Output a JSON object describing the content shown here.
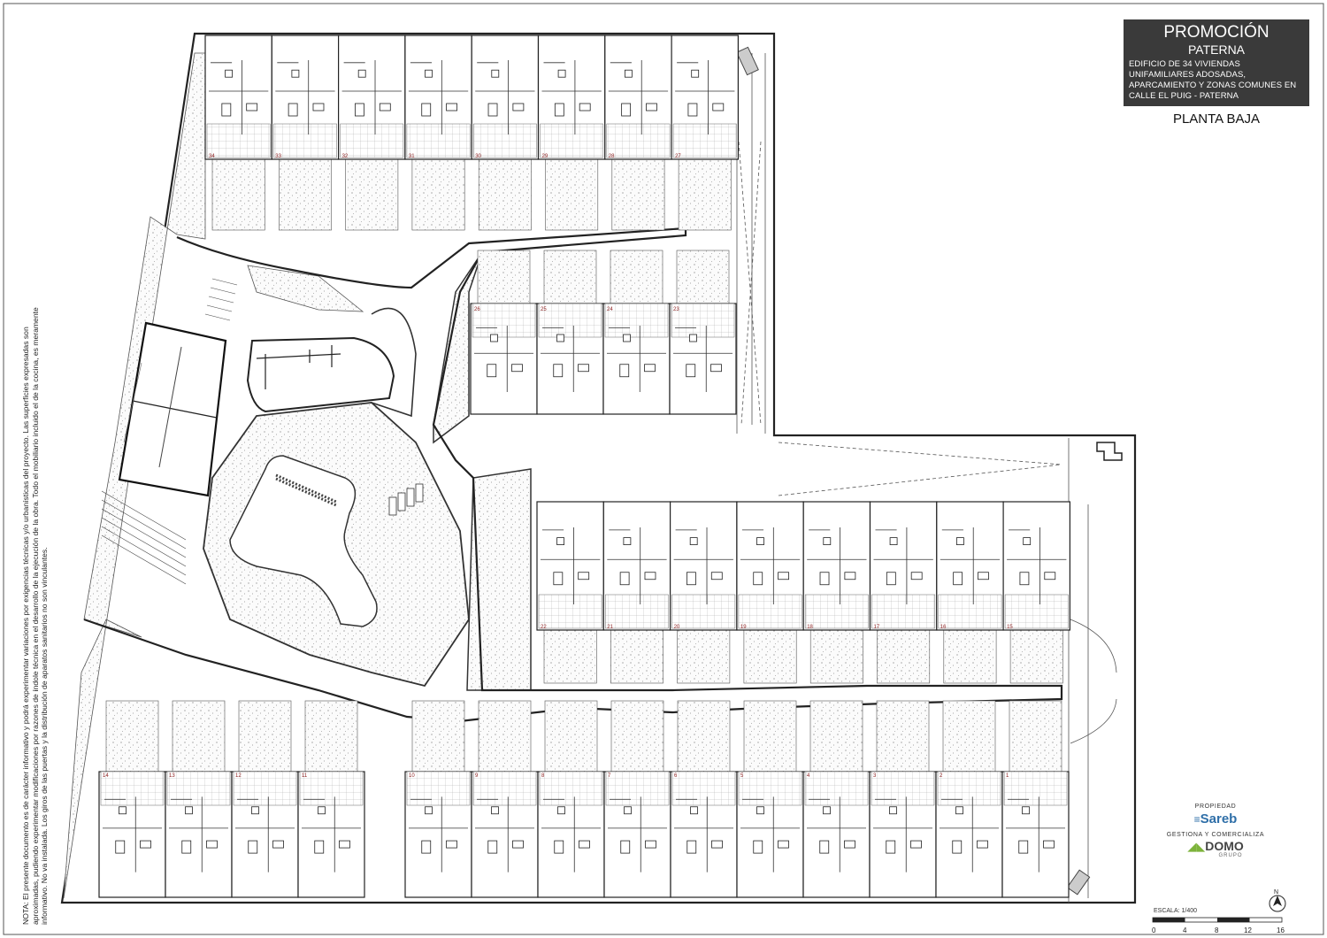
{
  "title": {
    "main": "PROMOCIÓN",
    "subtitle": "PATERNA",
    "description": [
      "EDIFICIO DE 34 VIVIENDAS",
      "UNIFAMILIARES ADOSADAS,",
      "APARCAMIENTO Y ZONAS COMUNES EN",
      "CALLE EL PUIG - PATERNA"
    ]
  },
  "plan_label": "PLANTA BAJA",
  "note": "NOTA: El presente documento es de carácter informativo y podrá experimentar variaciones por exigencias técnicas y/o urbanísticas del proyecto. Las superficies expresadas son aproximadas, pudiendo experimentar modificaciones por razones de índole técnica en el desarrollo de la ejecución de la obra. Todo el mobiliario incluido el de la cocina, es meramente informativo. No va instalada. Los giros de las puertas y la distribución de aparatos sanitarios no son vinculantes.",
  "logos": {
    "owner_caption": "PROPIEDAD",
    "owner": "Sareb",
    "manager_caption": "GESTIONA Y COMERCIALIZA",
    "manager": "DOMO",
    "manager_sub": "GRUPO"
  },
  "scale": {
    "label": "ESCALA: 1/400",
    "ticks": [
      "0",
      "4",
      "8",
      "12",
      "16"
    ]
  },
  "north": "N",
  "colors": {
    "ink": "#222222",
    "title_bg": "#3a3a3a",
    "unit_number": "#8b1c1c"
  },
  "units": {
    "top_row": [
      "34",
      "33",
      "32",
      "31",
      "30",
      "29",
      "28",
      "27"
    ],
    "upper_middle_row": [
      "26",
      "25",
      "24",
      "23"
    ],
    "middle_row": [
      "22",
      "21",
      "20",
      "19",
      "18",
      "17",
      "16",
      "15"
    ],
    "bottom_left_row": [
      "14",
      "13",
      "12",
      "11"
    ],
    "bottom_right_row": [
      "10",
      "9",
      "8",
      "7",
      "6",
      "5",
      "4",
      "3",
      "2",
      "1"
    ]
  }
}
